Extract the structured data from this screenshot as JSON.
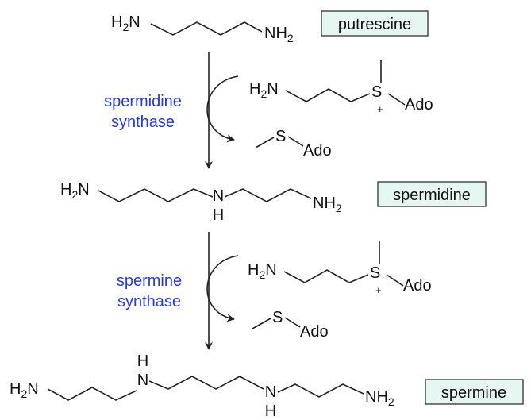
{
  "compounds": {
    "putrescine": "putrescine",
    "spermidine": "spermidine",
    "spermine": "spermine"
  },
  "enzymes": {
    "spermidine_synthase": [
      "spermidine",
      "synthase"
    ],
    "spermine_synthase": [
      "spermine",
      "synthase"
    ]
  },
  "atoms": {
    "amine_h": "H",
    "amine_n": "N",
    "amine_sub": "2",
    "sulfur": "S",
    "plus": "+",
    "ado": "Ado"
  },
  "colors": {
    "enzyme_text": "#2438e8",
    "label_fill": "#e6f6f3",
    "bond": "#222222"
  }
}
